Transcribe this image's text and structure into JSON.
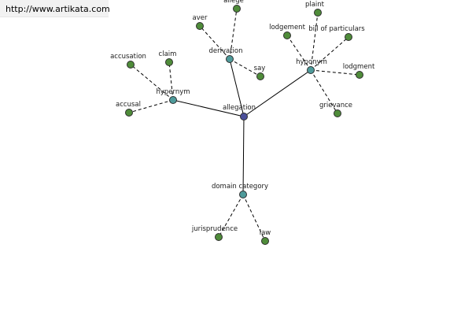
{
  "header": {
    "url": "http://www.artikata.com"
  },
  "colors": {
    "center": "#4b4f9a",
    "hub": "#4e9a9a",
    "leaf": "#4f8c3a",
    "edge": "#000000"
  },
  "graph": {
    "center": {
      "id": "allegation",
      "label": "allegation"
    },
    "hubs": [
      {
        "id": "derivation",
        "label": "derivation"
      },
      {
        "id": "hyponym",
        "label": "hyponym"
      },
      {
        "id": "hypernym",
        "label": "hypernym"
      },
      {
        "id": "domain-category",
        "label": "domain category"
      }
    ],
    "leaves": [
      {
        "id": "allege",
        "label": "allege",
        "hub": "derivation"
      },
      {
        "id": "aver",
        "label": "aver",
        "hub": "derivation"
      },
      {
        "id": "say",
        "label": "say",
        "hub": "derivation"
      },
      {
        "id": "plaint",
        "label": "plaint",
        "hub": "hyponym"
      },
      {
        "id": "lodgement",
        "label": "lodgement",
        "hub": "hyponym"
      },
      {
        "id": "bill-of-particulars",
        "label": "bill of particulars",
        "hub": "hyponym"
      },
      {
        "id": "lodgment",
        "label": "lodgment",
        "hub": "hyponym"
      },
      {
        "id": "grievance",
        "label": "grievance",
        "hub": "hyponym"
      },
      {
        "id": "accusation",
        "label": "accusation",
        "hub": "hypernym"
      },
      {
        "id": "claim",
        "label": "claim",
        "hub": "hypernym"
      },
      {
        "id": "accusal",
        "label": "accusal",
        "hub": "hypernym"
      },
      {
        "id": "jurisprudence",
        "label": "jurisprudence",
        "hub": "domain-category"
      },
      {
        "id": "law",
        "label": "law",
        "hub": "domain-category"
      }
    ]
  }
}
